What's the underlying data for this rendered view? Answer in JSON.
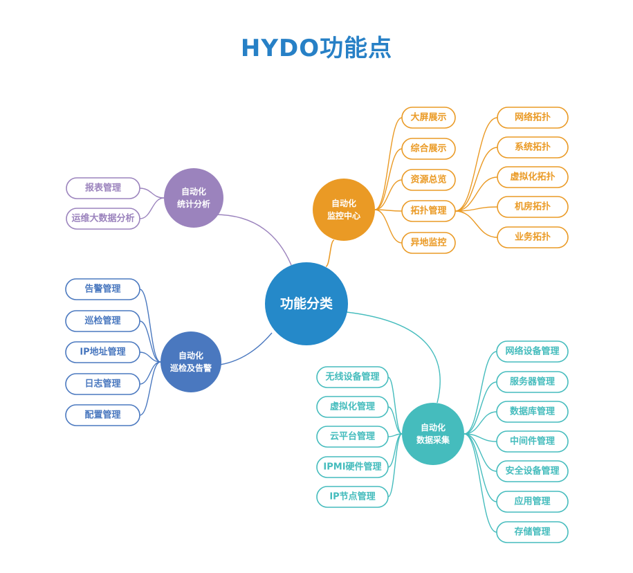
{
  "title": "HYDO功能点",
  "center": {
    "label": "功能分类",
    "color": "#2589c9"
  },
  "branches": [
    {
      "id": "stat",
      "lines": [
        "自动化",
        "统计分析"
      ],
      "color": "#9b83bd",
      "items": [
        "报表管理",
        "运维大数据分析"
      ]
    },
    {
      "id": "monitor",
      "lines": [
        "自动化",
        "监控中心"
      ],
      "color": "#ea9a25",
      "items": [
        "大屏展示",
        "综合展示",
        "资源总览",
        "拓扑管理",
        "异地监控"
      ],
      "sub_parent": "拓扑管理",
      "sub_items": [
        "网络拓扑",
        "系统拓扑",
        "虚拟化拓扑",
        "机房拓扑",
        "业务拓扑"
      ]
    },
    {
      "id": "alarm",
      "lines": [
        "自动化",
        "巡检及告警"
      ],
      "color": "#4a78bf",
      "items": [
        "告警管理",
        "巡检管理",
        "IP地址管理",
        "日志管理",
        "配置管理"
      ]
    },
    {
      "id": "collect",
      "lines": [
        "自动化",
        "数据采集"
      ],
      "color": "#45bcbd",
      "items_left": [
        "无线设备管理",
        "虚拟化管理",
        "云平台管理",
        "IPMI硬件管理",
        "IP节点管理"
      ],
      "items_right": [
        "网络设备管理",
        "服务器管理",
        "数据库管理",
        "中间件管理",
        "安全设备管理",
        "应用管理",
        "存储管理"
      ]
    }
  ]
}
